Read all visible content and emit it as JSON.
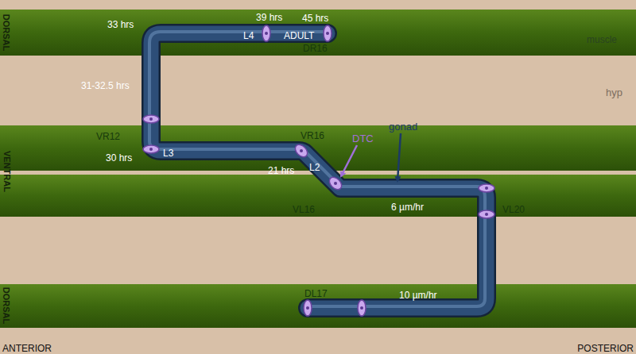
{
  "diagram": {
    "nodes": [
      {
        "text": [
          "DORSAL",
          "muscle",
          "DR16"
        ]
      },
      {
        "text": [
          "VR12",
          "VR16"
        ]
      },
      {
        "text": [
          "VL16",
          "VL20"
        ]
      },
      {
        "text": [
          "DORSAL",
          "DL17"
        ]
      }
    ],
    "labels": [
      "33 hrs",
      "39 hrs",
      "45 hrs",
      "L4",
      "ADULT",
      "31-32.5 hrs",
      "hyp",
      "gonad",
      "DTC",
      "VENTRAL",
      "L3",
      "30 hrs",
      "21 hrs",
      "L2",
      "6 µm/hr",
      "10 µm/hr",
      "ANTERIOR",
      "POSTERIOR"
    ]
  }
}
